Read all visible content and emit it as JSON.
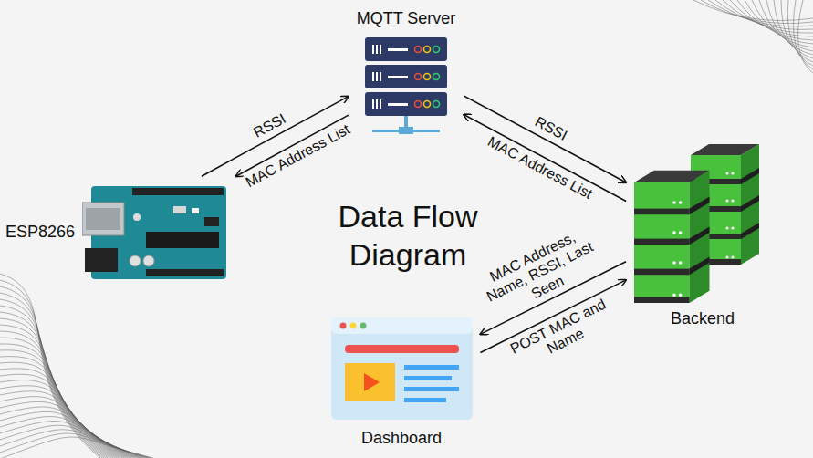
{
  "diagram": {
    "title": "Data Flow Diagram",
    "nodes": [
      {
        "text": [
          "MQTT Server"
        ]
      },
      {
        "text": [
          "ESP8266"
        ]
      },
      {
        "text": [
          "Backend"
        ]
      },
      {
        "text": [
          "Dashboard"
        ]
      }
    ],
    "edges": [
      {
        "from": 1,
        "to": 0,
        "label": "RSSI",
        "arrow": "to"
      },
      {
        "from": 0,
        "to": 1,
        "label": "MAC Address List",
        "arrow": "to"
      },
      {
        "from": 0,
        "to": 2,
        "label": "RSSI",
        "arrow": "to"
      },
      {
        "from": 2,
        "to": 0,
        "label": "MAC Address List",
        "arrow": "to"
      },
      {
        "from": 2,
        "to": 3,
        "label": "MAC Address, Name, RSSI, Last Seen",
        "arrow": "to"
      },
      {
        "from": 3,
        "to": 2,
        "label": "POST MAC and Name",
        "arrow": "to"
      }
    ]
  }
}
